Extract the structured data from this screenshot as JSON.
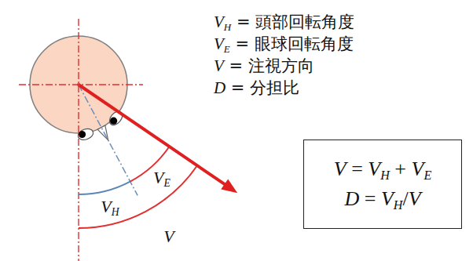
{
  "diagram": {
    "nodes": [
      {
        "text": [
          "V = VH + VE",
          "D = VH/V"
        ]
      }
    ],
    "labels": [
      "VH = 頭部回転角度",
      "VE = 眼球回転角度",
      "V = 注視方向",
      "D = 分担比",
      "VE",
      "VH",
      "V"
    ]
  }
}
